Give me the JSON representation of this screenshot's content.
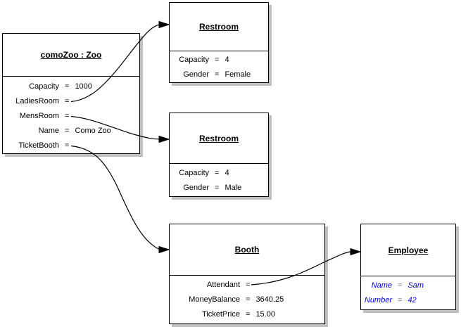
{
  "diagram": {
    "equals": "=",
    "colors": {
      "background": "#ffffff",
      "line": "#000000",
      "box_shadow": "#c0c0c0",
      "employee_attribute_text": "#0000dd",
      "employee_equals_sign": "#707070"
    }
  },
  "objects": [
    {
      "id": "como-zoo",
      "title": "comoZoo : Zoo",
      "attributes": [
        {
          "name": "Capacity",
          "value": "1000"
        },
        {
          "name": "LadiesRoom",
          "value": ""
        },
        {
          "name": "MensRoom",
          "value": ""
        },
        {
          "name": "Name",
          "value": "Como Zoo"
        },
        {
          "name": "TicketBooth",
          "value": ""
        }
      ]
    },
    {
      "id": "restroom-female",
      "title": "Restroom",
      "attributes": [
        {
          "name": "Capacity",
          "value": "4"
        },
        {
          "name": "Gender",
          "value": "Female"
        }
      ]
    },
    {
      "id": "restroom-male",
      "title": "Restroom",
      "attributes": [
        {
          "name": "Capacity",
          "value": "4"
        },
        {
          "name": "Gender",
          "value": "Male"
        }
      ]
    },
    {
      "id": "booth",
      "title": "Booth",
      "attributes": [
        {
          "name": "Attendant",
          "value": ""
        },
        {
          "name": "MoneyBalance",
          "value": "3640.25"
        },
        {
          "name": "TicketPrice",
          "value": "15.00"
        }
      ]
    },
    {
      "id": "employee",
      "title": "Employee",
      "attributes": [
        {
          "name": "Name",
          "value": "Sam"
        },
        {
          "name": "Number",
          "value": "42"
        }
      ]
    }
  ],
  "connectors": [
    {
      "from": "comoZoo.LadiesRoom",
      "to": "Restroom (Female)"
    },
    {
      "from": "comoZoo.MensRoom",
      "to": "Restroom (Male)"
    },
    {
      "from": "comoZoo.TicketBooth",
      "to": "Booth"
    },
    {
      "from": "Booth.Attendant",
      "to": "Employee"
    }
  ]
}
